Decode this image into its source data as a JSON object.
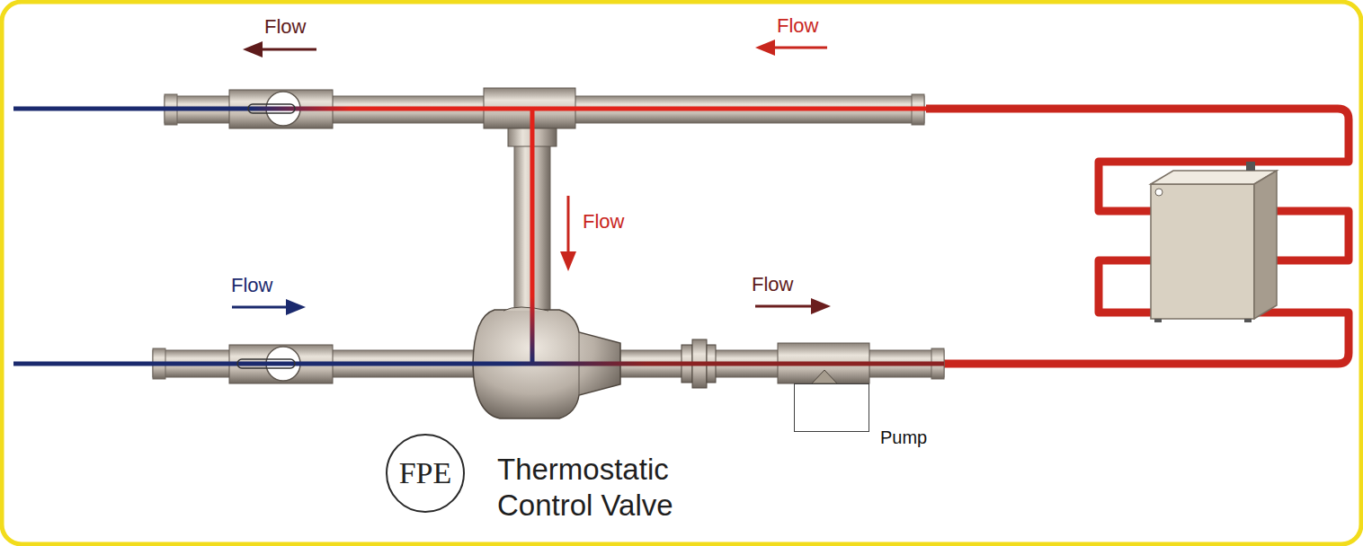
{
  "diagram": {
    "nodes": [
      {
        "text": [
          "Pump"
        ]
      },
      {
        "text": [
          "FPE"
        ]
      }
    ],
    "labels": [
      "Flow",
      "Flow",
      "Flow",
      "Flow",
      "Flow",
      "Thermostatic Control Valve"
    ]
  }
}
